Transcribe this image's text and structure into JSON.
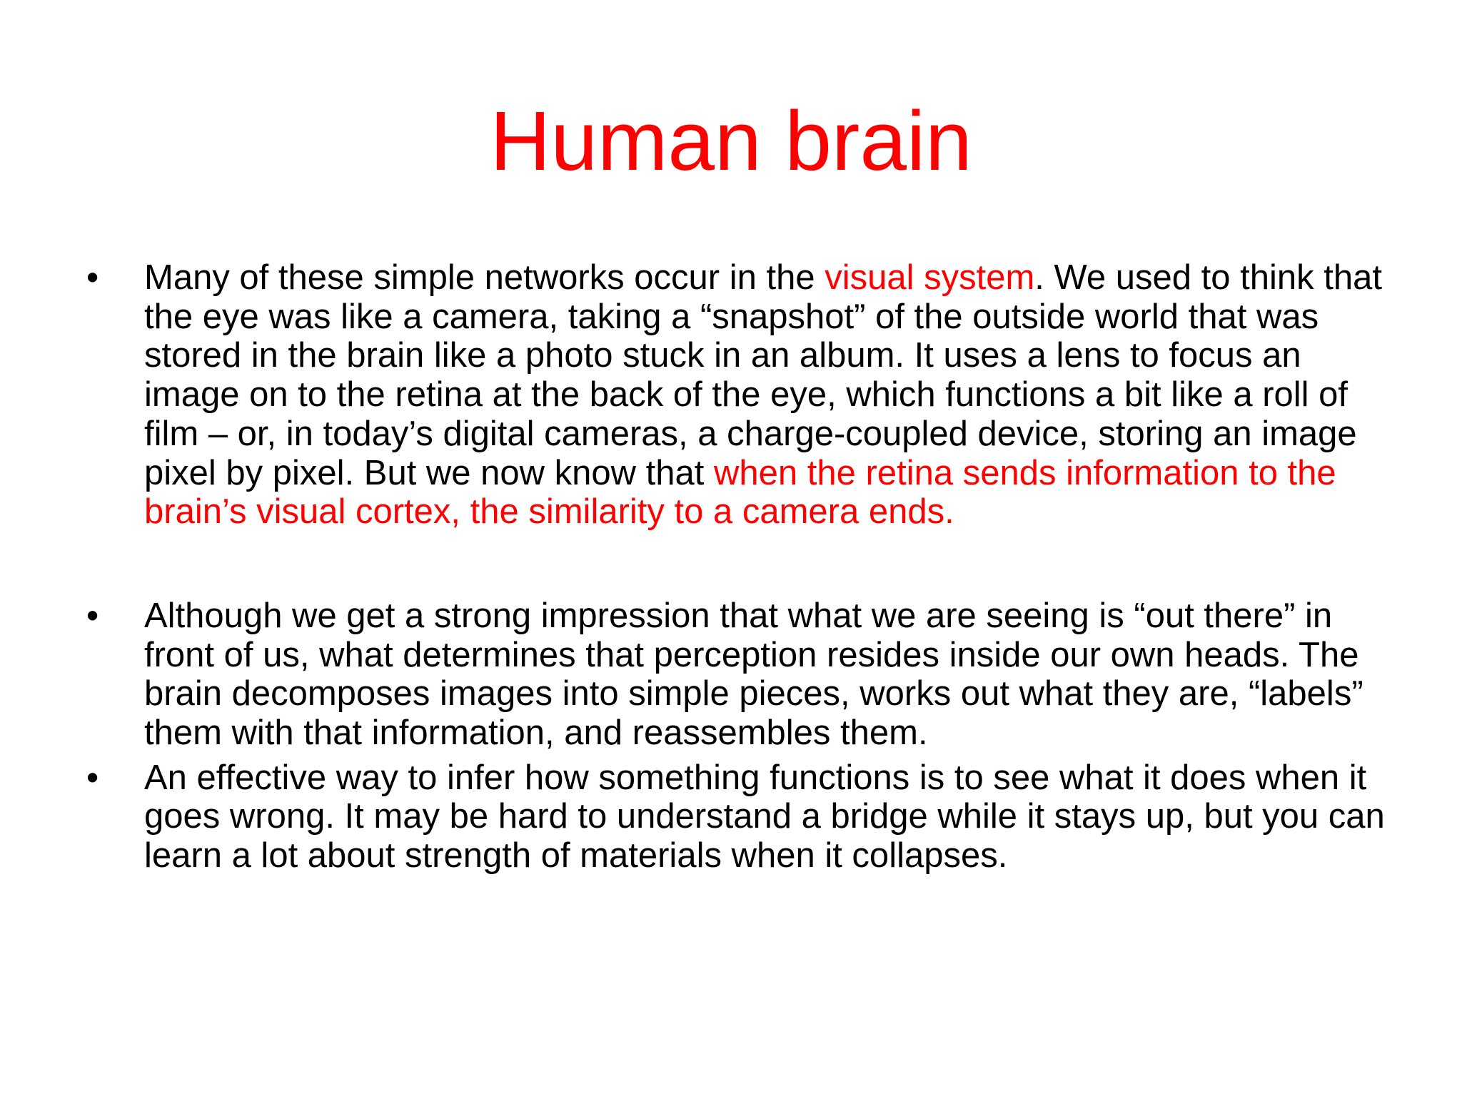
{
  "slide": {
    "title": "Human brain",
    "accent_color": "#ff0000",
    "bullets": [
      {
        "text_1": "Many of these simple networks occur in the ",
        "highlight_1": "visual system",
        "text_2": ". We used to think that the eye was like a camera, taking a “snapshot” of the outside world that was stored in the brain like a photo stuck in an album. It uses a lens to focus an image on to the retina at the back of the eye, which functions a bit like a roll of film – or, in today’s digital cameras, a charge-coupled device, storing an image pixel by pixel. But we now know that ",
        "highlight_2": "when the retina sends information to the brain’s visual cortex, the similarity to a camera ends."
      },
      {
        "text": "Although we get a strong impression that what we are seeing is “out there” in front of us, what determines that perception resides inside our own heads. The brain decomposes images into simple pieces, works out what they are, “labels” them with that information, and reassembles them."
      },
      {
        "text": "An effective way to infer how something functions is to see what it does when it goes wrong. It may be hard to understand a bridge while it stays up, but you can learn a lot about strength of materials when it collapses."
      }
    ],
    "bullet_glyph": "•"
  }
}
